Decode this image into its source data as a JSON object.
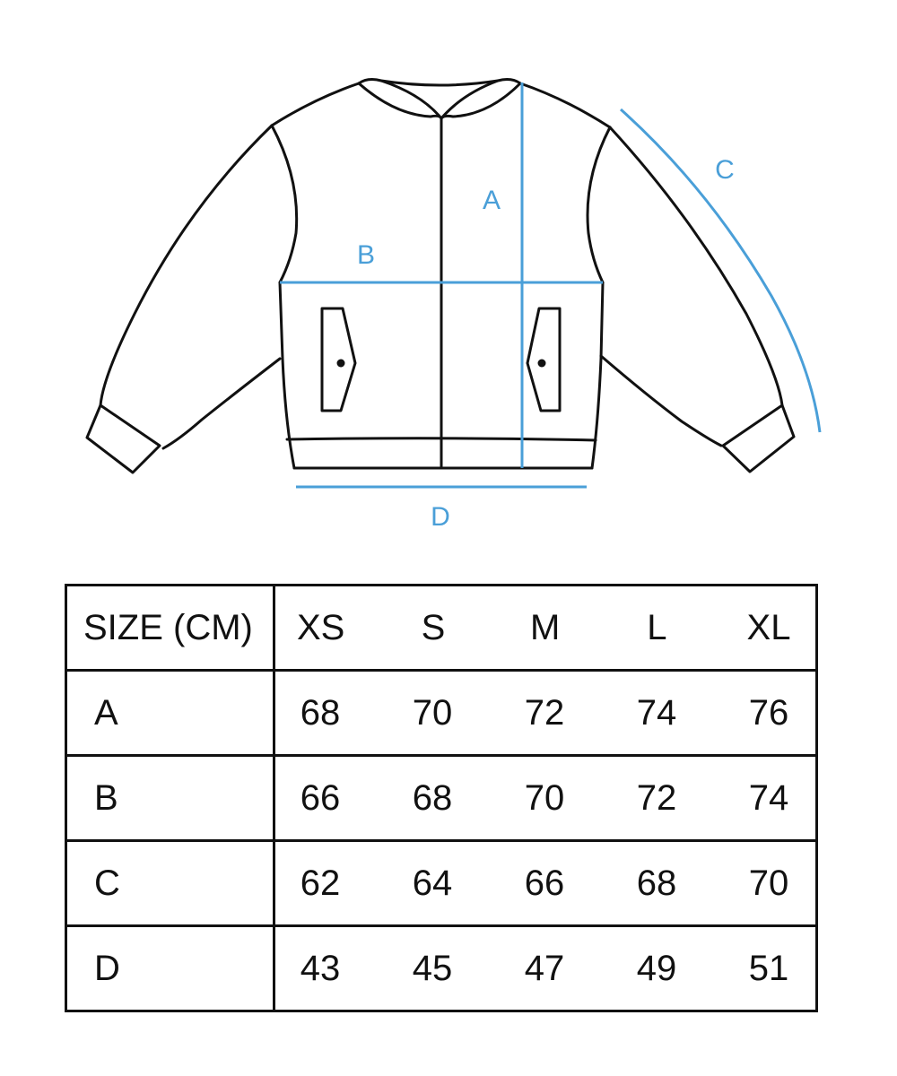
{
  "diagram": {
    "title": "Jacket measurement diagram",
    "line_color": "#111111",
    "measure_color": "#4a9fd8",
    "labels": {
      "A": "A",
      "B": "B",
      "C": "C",
      "D": "D"
    }
  },
  "table": {
    "header_label": "SIZE (CM)",
    "sizes": [
      "XS",
      "S",
      "M",
      "L",
      "XL"
    ],
    "rows": [
      {
        "label": "A",
        "values": [
          "68",
          "70",
          "72",
          "74",
          "76"
        ]
      },
      {
        "label": "B",
        "values": [
          "66",
          "68",
          "70",
          "72",
          "74"
        ]
      },
      {
        "label": "C",
        "values": [
          "62",
          "64",
          "66",
          "68",
          "70"
        ]
      },
      {
        "label": "D",
        "values": [
          "43",
          "45",
          "47",
          "49",
          "51"
        ]
      }
    ]
  }
}
